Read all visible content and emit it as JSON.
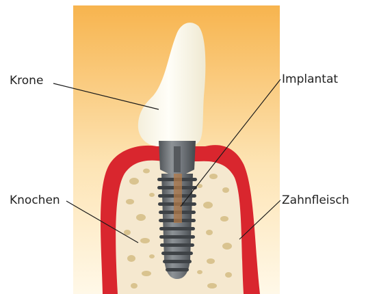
{
  "labels": {
    "crown": "Krone",
    "bone": "Knochen",
    "implant": "Implantat",
    "gum": "Zahnfleisch"
  },
  "colors": {
    "background_top": "#f7b44e",
    "background_bottom": "#fff8e8",
    "gum": "#d9262e",
    "bone": "#f5e8cf",
    "bone_spots": "#d9c38f",
    "crown": "#fffdf4",
    "implant": "#6b7075"
  }
}
